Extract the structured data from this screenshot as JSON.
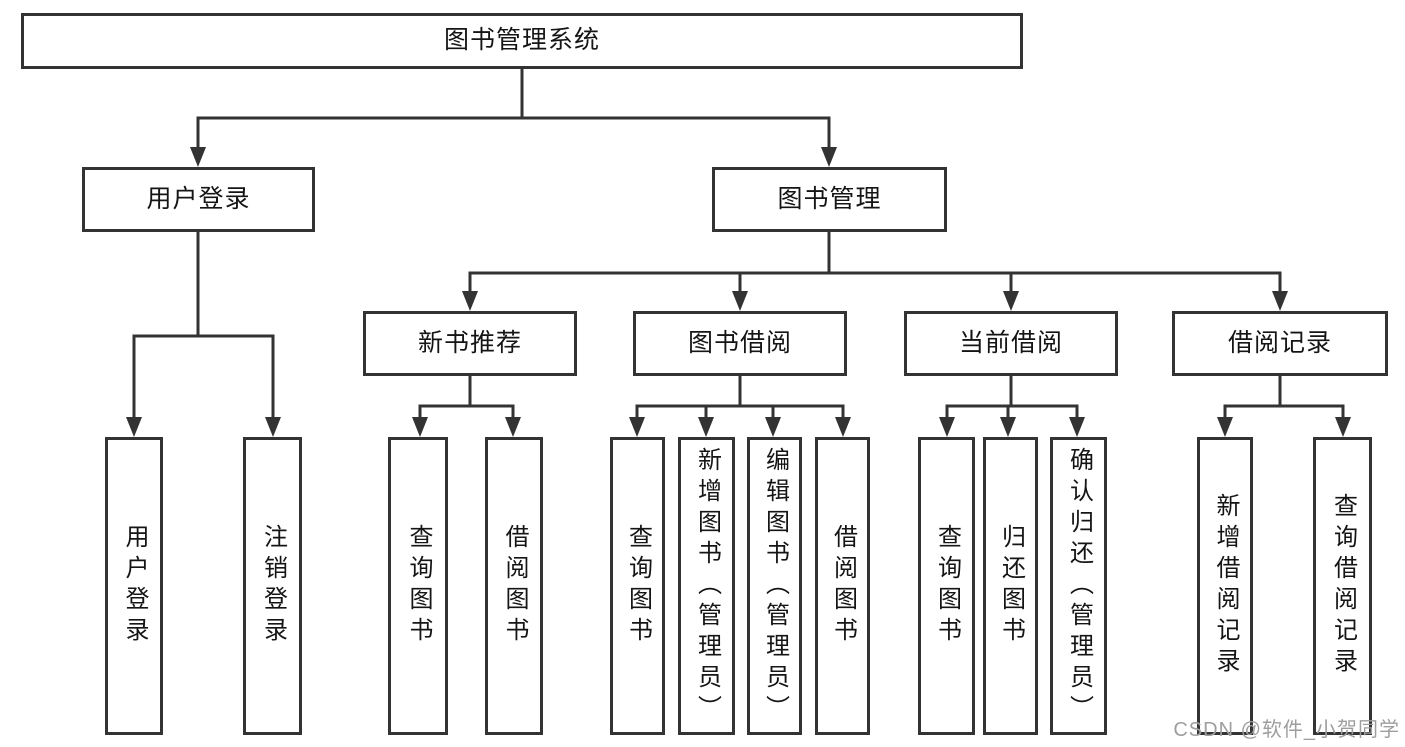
{
  "diagram_title": "图书管理系统",
  "tree": {
    "label": "图书管理系统",
    "children": [
      {
        "label": "用户登录",
        "children": [
          {
            "label": "用户登录"
          },
          {
            "label": "注销登录"
          }
        ]
      },
      {
        "label": "图书管理",
        "children": [
          {
            "label": "新书推荐",
            "children": [
              {
                "label": "查询图书"
              },
              {
                "label": "借阅图书"
              }
            ]
          },
          {
            "label": "图书借阅",
            "children": [
              {
                "label": "查询图书"
              },
              {
                "label": "新增图书（管理员）"
              },
              {
                "label": "编辑图书（管理员）"
              },
              {
                "label": "借阅图书"
              }
            ]
          },
          {
            "label": "当前借阅",
            "children": [
              {
                "label": "查询图书"
              },
              {
                "label": "归还图书"
              },
              {
                "label": "确认归还（管理员）"
              }
            ]
          },
          {
            "label": "借阅记录",
            "children": [
              {
                "label": "新增借阅记录"
              },
              {
                "label": "查询借阅记录"
              }
            ]
          }
        ]
      }
    ]
  },
  "watermark": {
    "text": "CSDN @软件_小贺同学"
  },
  "colors": {
    "line": "#333333",
    "box_border": "#333333",
    "text": "#151515",
    "background": "#ffffff",
    "watermark": "#9e9e9e"
  }
}
